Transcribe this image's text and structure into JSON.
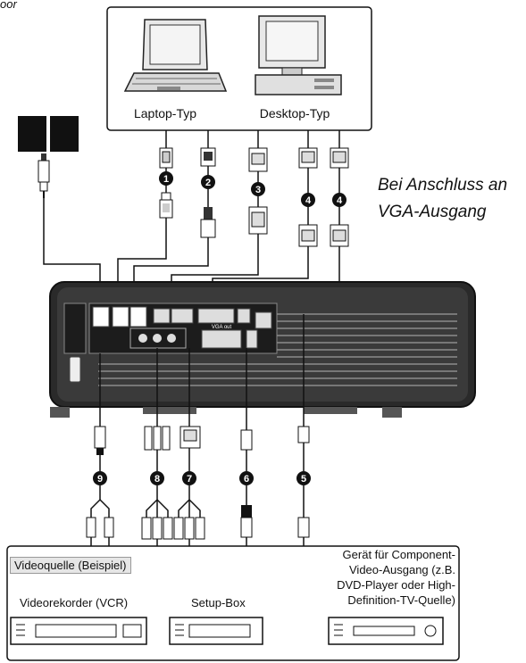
{
  "header_fragment": "oor",
  "computers": {
    "laptop_label": "Laptop-Typ",
    "desktop_label": "Desktop-Typ"
  },
  "vga_note": {
    "line1": "Bei Anschluss an",
    "line2": "VGA-Ausgang"
  },
  "cable_badges": {
    "top": [
      "1",
      "2",
      "3",
      "4",
      "4"
    ],
    "bottom": [
      "9",
      "8",
      "7",
      "6",
      "5"
    ]
  },
  "projector_panel_text": "VGA out",
  "video_sources": {
    "title": "Videoquelle (Beispiel)",
    "vcr_label": "Videorekorder (VCR)",
    "settop_label": "Setup-Box",
    "component_lines": [
      "Gerät für Component-",
      "Video-Ausgang (z.B.",
      "DVD-Player oder High-",
      "Definition-TV-Quelle)"
    ]
  },
  "colors": {
    "line": "#111111",
    "badge": "#111111",
    "box_title_bg": "#e6e6e6"
  }
}
